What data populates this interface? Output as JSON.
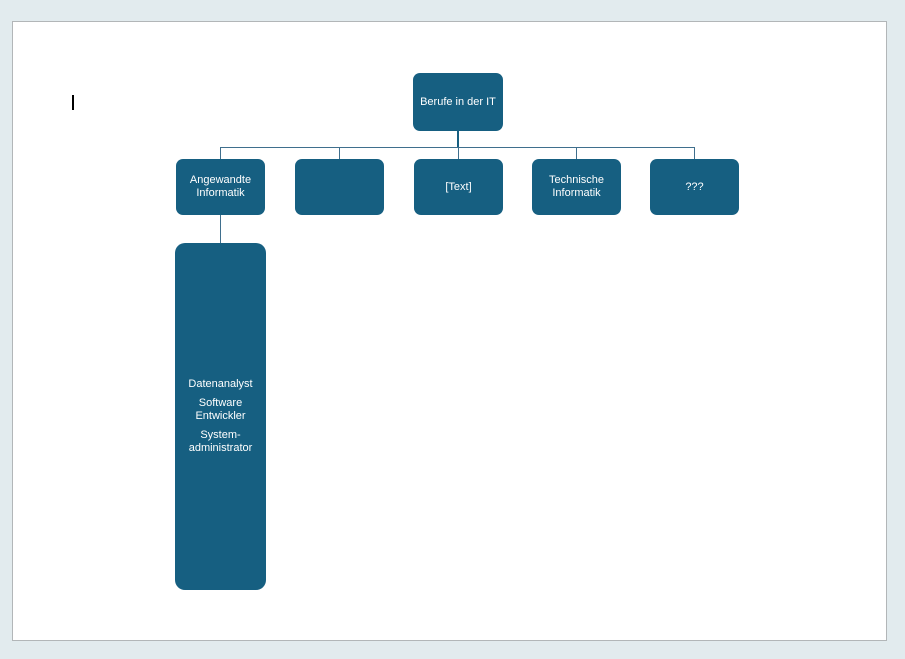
{
  "colors": {
    "canvas_bg": "#e2ebee",
    "page_bg": "#ffffff",
    "page_border": "#b2b6b8",
    "node_fill": "#165f81",
    "node_text": "#ffffff",
    "connector": "#3f6f8d",
    "connector_root": "#165f81",
    "caret": "#000000"
  },
  "diagram": {
    "type": "org-chart",
    "root": {
      "label": "Berufe in der IT"
    },
    "children": [
      {
        "label": "Angewandte Informatik"
      },
      {
        "label": ""
      },
      {
        "label": "[Text]"
      },
      {
        "label": "Technische Informatik"
      },
      {
        "label": "???"
      }
    ],
    "branch": {
      "parent": "Angewandte Informatik",
      "items": [
        "Datenanalyst",
        "Software Entwickler",
        "System-administrator"
      ]
    }
  }
}
